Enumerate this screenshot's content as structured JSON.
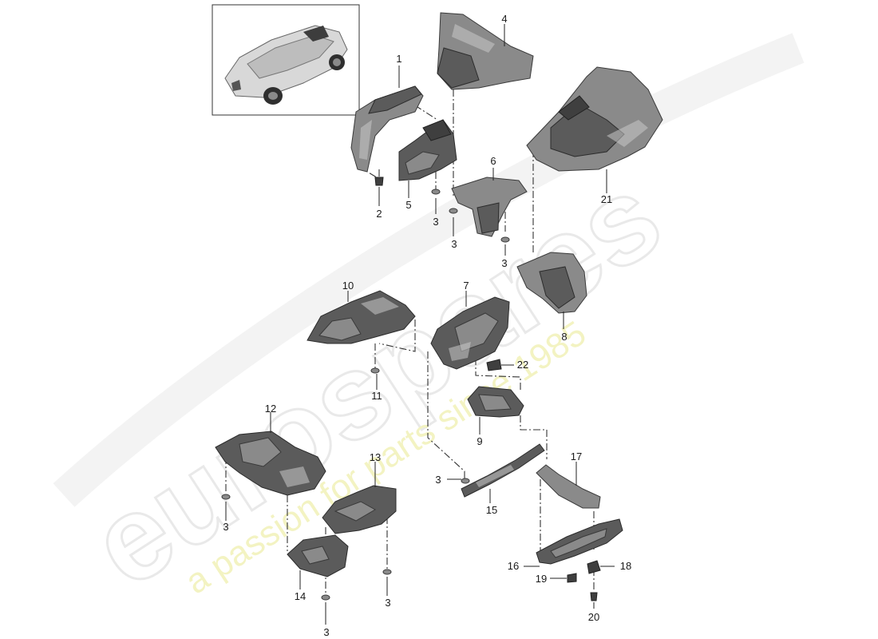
{
  "watermark": {
    "brand": "eurospares",
    "tagline": "a passion for parts since 1985"
  },
  "callouts": {
    "c1": "1",
    "c2": "2",
    "c3a": "3",
    "c3b": "3",
    "c3c": "3",
    "c3d": "3",
    "c3e": "3",
    "c3f": "3",
    "c3g": "3",
    "c4": "4",
    "c5": "5",
    "c6": "6",
    "c7": "7",
    "c8": "8",
    "c9": "9",
    "c10": "10",
    "c11": "11",
    "c12": "12",
    "c13": "13",
    "c14": "14",
    "c15": "15",
    "c16": "16",
    "c17": "17",
    "c18": "18",
    "c19": "19",
    "c20": "20",
    "c21": "21",
    "c22": "22"
  }
}
